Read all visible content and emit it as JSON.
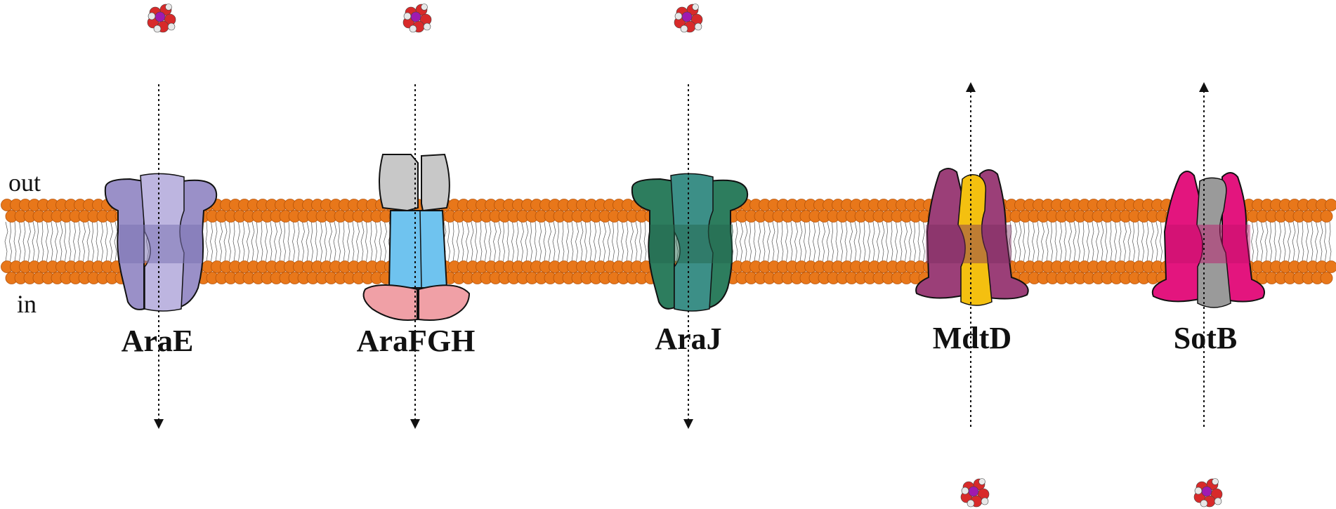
{
  "side_labels": {
    "out": "out",
    "in": "in"
  },
  "colors": {
    "membrane_head": "#e8771a",
    "membrane_head_stroke": "#b5530a",
    "tail": "#555555",
    "molecule_carbon": "#d82a2a",
    "molecule_center": "#a01ab0",
    "molecule_hydrogen": "#e8e8e8"
  },
  "transporters": [
    {
      "name": "AraE",
      "direction": "in",
      "colors": [
        "#9a90c8",
        "#bdb5e0",
        "#7c72b2"
      ]
    },
    {
      "name": "AraFGH",
      "direction": "in",
      "colors": [
        "#c8c8c8",
        "#6fc3ef",
        "#f0a0a6"
      ]
    },
    {
      "name": "AraJ",
      "direction": "in",
      "colors": [
        "#2d7d5e",
        "#3c8f87",
        "#23684d"
      ]
    },
    {
      "name": "MdtD",
      "direction": "out",
      "colors": [
        "#9b3f78",
        "#f4c010",
        "#7d2d60"
      ]
    },
    {
      "name": "SotB",
      "direction": "out",
      "colors": [
        "#e3157e",
        "#9a9a9a",
        "#c00f6a"
      ]
    }
  ]
}
